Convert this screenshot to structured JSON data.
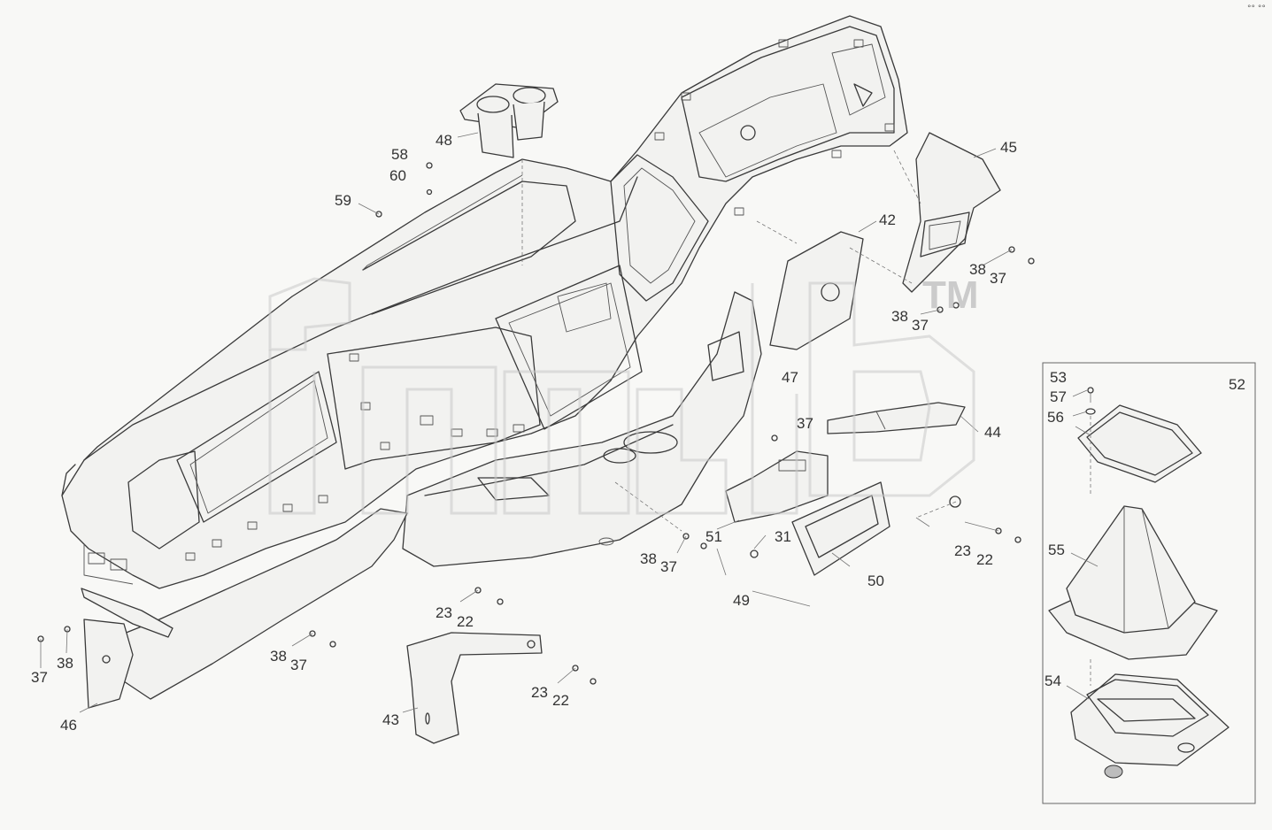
{
  "watermark": {
    "trademark": "TM"
  },
  "corner_mark": "°° °°",
  "callouts": {
    "c48": "48",
    "c58": "58",
    "c60": "60",
    "c59": "59",
    "c45": "45",
    "c42": "42",
    "c38a": "38",
    "c37a": "37",
    "c38b": "38",
    "c37b": "37",
    "c47": "47",
    "c37c": "37",
    "c44": "44",
    "c23a": "23",
    "c22a": "22",
    "c51": "51",
    "c31": "31",
    "c38c": "38",
    "c37d": "37",
    "c49": "49",
    "c50": "50",
    "c23b": "23",
    "c22b": "22",
    "c38d": "38",
    "c37e": "37",
    "c37f": "37",
    "c38e": "38",
    "c46": "46",
    "c43": "43",
    "c23c": "23",
    "c22c": "22",
    "c53": "53",
    "c57": "57",
    "c56": "56",
    "c52": "52",
    "c55": "55",
    "c54": "54"
  }
}
